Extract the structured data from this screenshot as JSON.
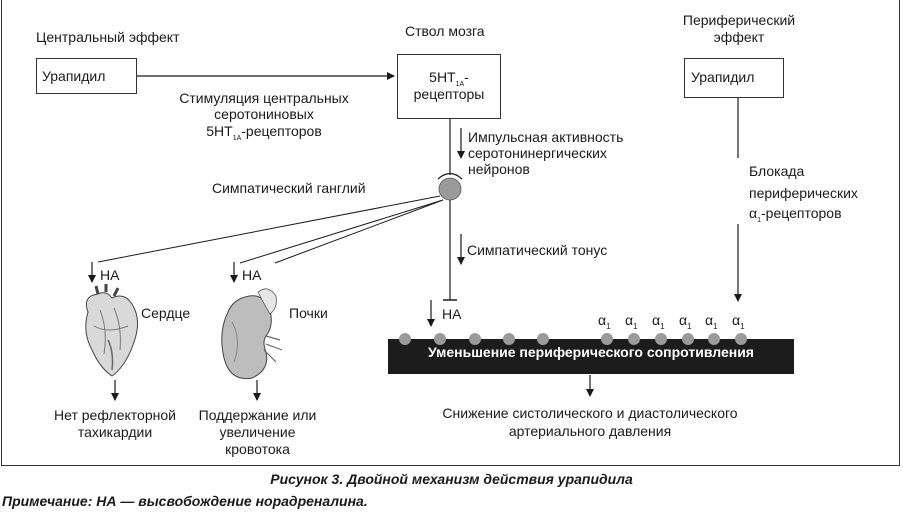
{
  "central_effect": {
    "title": "Центральный эффект",
    "drug_box": "Урапидил"
  },
  "stimulation": {
    "line1": "Стимуляция центральных",
    "line2": "серотониновых",
    "line3_pre": "5HT",
    "line3_sub": "1A",
    "line3_post": "-рецепторов"
  },
  "brainstem": {
    "title": "Ствол мозга",
    "box_line1_pre": "5HT",
    "box_line1_sub": "1A",
    "box_line1_post": "-",
    "box_line2": "рецепторы"
  },
  "impulse": {
    "line1": "Импульсная активность",
    "line2": "серотонинергических",
    "line3": "нейронов"
  },
  "ganglion_label": "Симпатический ганглий",
  "sympathetic_tone": "Симпатический тонус",
  "peripheral_effect": {
    "title_line1": "Периферический",
    "title_line2": "эффект",
    "drug_box": "Урапидил"
  },
  "blockade": {
    "line1": "Блокада",
    "line2": "периферических",
    "line3_pre": "α",
    "line3_sub": "1",
    "line3_post": "-рецепторов"
  },
  "na_label": "НА",
  "heart": {
    "label": "Сердце",
    "outcome_line1": "Нет рефлекторной",
    "outcome_line2": "тахикардии"
  },
  "kidney": {
    "label": "Почки",
    "outcome_line1": "Поддержание или",
    "outcome_line2": "увеличение",
    "outcome_line3": "кровотока"
  },
  "alpha_receptor": {
    "symbol": "α",
    "sub": "1"
  },
  "resistance_bar": "Уменьшение периферического сопротивления",
  "pressure_outcome": {
    "line1": "Снижение систолического и диастолического",
    "line2": "артериального давления"
  },
  "figure_caption": "Рисунок 3. Двойной механизм действия урапидила",
  "note": "Примечание: НА — высвобождение норадреналина."
}
